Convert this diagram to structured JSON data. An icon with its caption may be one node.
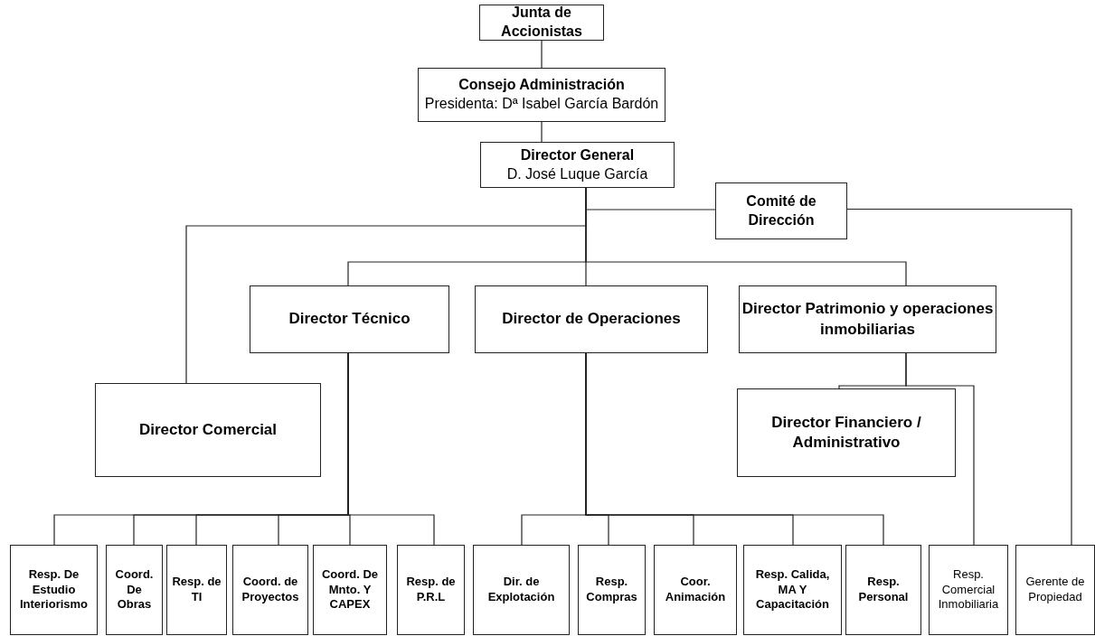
{
  "diagram": {
    "nodes": [
      {
        "text": [
          "Junta de Accionistas"
        ]
      },
      {
        "text": [
          "Consejo Administración",
          "Presidenta: Dª Isabel García Bardón"
        ]
      },
      {
        "text": [
          "Director General",
          "D. José Luque García"
        ]
      },
      {
        "text": [
          "Comité de Dirección"
        ]
      },
      {
        "text": [
          "Director Técnico"
        ]
      },
      {
        "text": [
          "Director de Operaciones"
        ]
      },
      {
        "text": [
          "Director Patrimonio y operaciones inmobiliarias"
        ]
      },
      {
        "text": [
          "Director Comercial"
        ]
      },
      {
        "text": [
          "Director Financiero / Administrativo"
        ]
      },
      {
        "text": [
          "Resp. De Estudio Interiorismo"
        ]
      },
      {
        "text": [
          "Coord. De Obras"
        ]
      },
      {
        "text": [
          "Resp. de TI"
        ]
      },
      {
        "text": [
          "Coord. de Proyectos"
        ]
      },
      {
        "text": [
          "Coord. De Mnto. Y CAPEX"
        ]
      },
      {
        "text": [
          "Resp. de P.R.L"
        ]
      },
      {
        "text": [
          "Dir. de Explotación"
        ]
      },
      {
        "text": [
          "Resp. Compras"
        ]
      },
      {
        "text": [
          "Coor. Animación"
        ]
      },
      {
        "text": [
          "Resp. Calida, MA Y Capacitación"
        ]
      },
      {
        "text": [
          "Resp. Personal"
        ]
      },
      {
        "text": [
          "Resp. Comercial Inmobiliaria"
        ]
      },
      {
        "text": [
          "Gerente de Propiedad"
        ]
      }
    ],
    "edges": [
      {
        "from": 0,
        "to": 1,
        "arrow": "none"
      },
      {
        "from": 1,
        "to": 2,
        "arrow": "none"
      },
      {
        "from": 2,
        "to": 3,
        "arrow": "none"
      },
      {
        "from": 3,
        "to": 21,
        "arrow": "none"
      },
      {
        "from": 2,
        "to": 7,
        "arrow": "none"
      },
      {
        "from": 2,
        "to": 4,
        "arrow": "none"
      },
      {
        "from": 2,
        "to": 5,
        "arrow": "none"
      },
      {
        "from": 2,
        "to": 6,
        "arrow": "none"
      },
      {
        "from": 4,
        "to": 9,
        "arrow": "none"
      },
      {
        "from": 4,
        "to": 10,
        "arrow": "none"
      },
      {
        "from": 4,
        "to": 11,
        "arrow": "none"
      },
      {
        "from": 4,
        "to": 12,
        "arrow": "none"
      },
      {
        "from": 4,
        "to": 13,
        "arrow": "none"
      },
      {
        "from": 4,
        "to": 14,
        "arrow": "none"
      },
      {
        "from": 5,
        "to": 15,
        "arrow": "none"
      },
      {
        "from": 5,
        "to": 16,
        "arrow": "none"
      },
      {
        "from": 5,
        "to": 17,
        "arrow": "none"
      },
      {
        "from": 5,
        "to": 18,
        "arrow": "none"
      },
      {
        "from": 5,
        "to": 19,
        "arrow": "none"
      },
      {
        "from": 6,
        "to": 8,
        "arrow": "none"
      },
      {
        "from": 6,
        "to": 20,
        "arrow": "none"
      }
    ]
  }
}
